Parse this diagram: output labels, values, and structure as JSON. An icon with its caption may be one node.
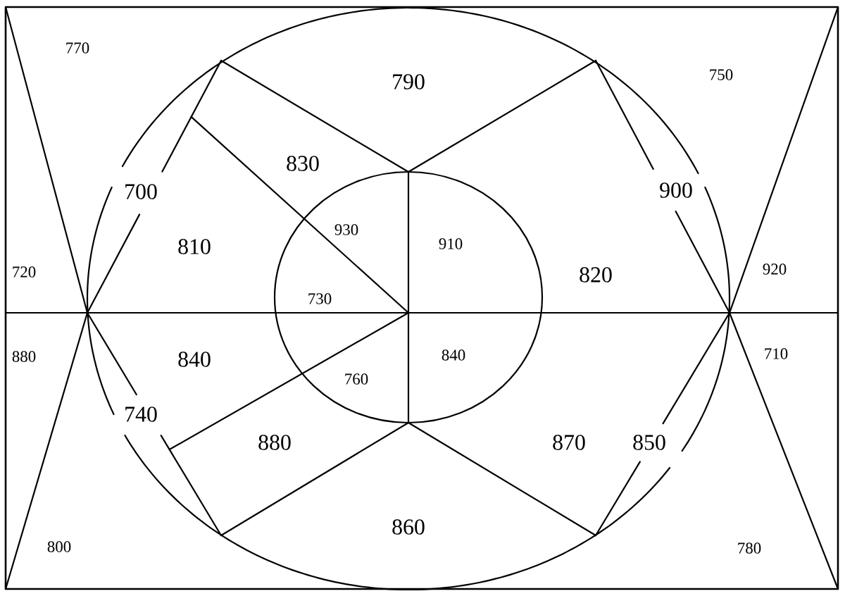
{
  "diagram": {
    "labels": [
      "770",
      "790",
      "750",
      "830",
      "700",
      "930",
      "910",
      "900",
      "720",
      "810",
      "820",
      "920",
      "730",
      "880",
      "840",
      "840",
      "710",
      "760",
      "740",
      "880",
      "870",
      "850",
      "860",
      "800",
      "780"
    ]
  }
}
